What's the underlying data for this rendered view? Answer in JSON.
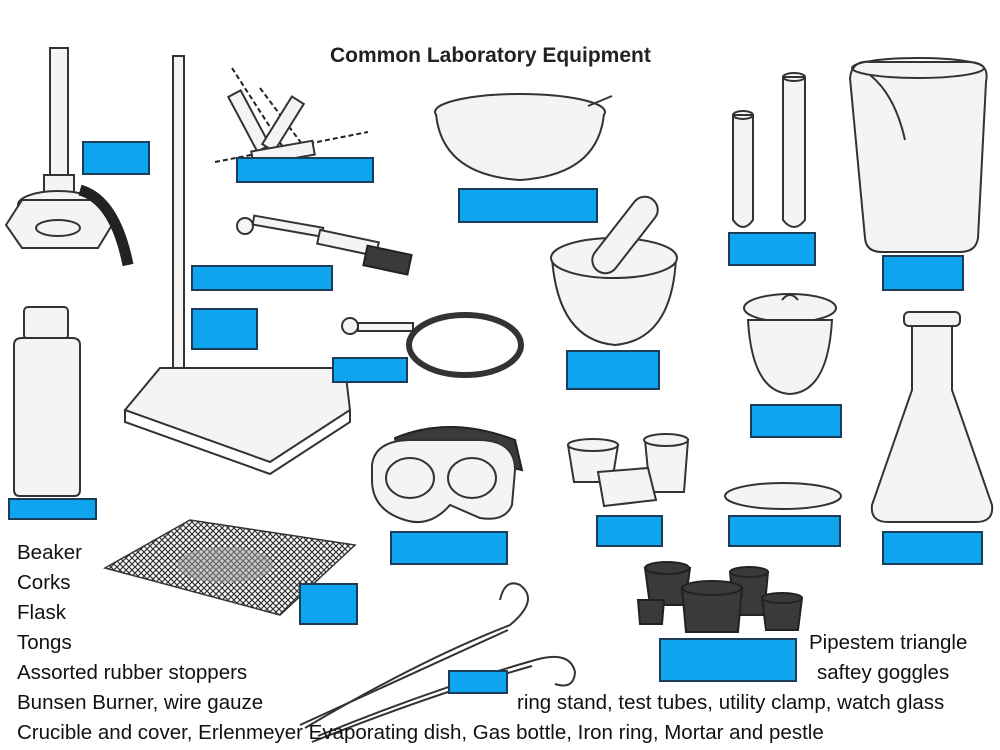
{
  "title": "Common Laboratory Equipment",
  "word_bank": {
    "beaker": "Beaker",
    "corks": "Corks",
    "flask": "Flask",
    "tongs": "Tongs",
    "stoppers": "Assorted rubber stoppers",
    "burner_gauze": "Bunsen Burner, wire gauze",
    "crucible_line": "Crucible and cover, Erlenmeyer Evaporating dish, Gas bottle, Iron ring, Mortar and pestle",
    "pipestem": "Pipestem triangle",
    "goggles": "saftey goggles",
    "stand_line": "ring stand, test tubes, utility clamp, watch glass"
  },
  "colors": {
    "answer_box": "#0ea5ee",
    "answer_border": "#1c3d5a"
  }
}
